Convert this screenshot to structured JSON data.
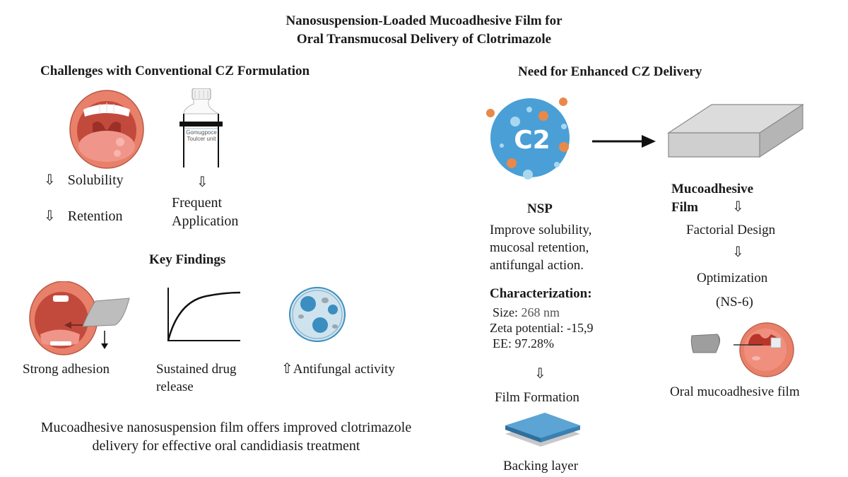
{
  "title": {
    "line1": "Nanosuspension-Loaded Mucoadhesive Film for",
    "line2": "Oral Transmucosal Delivery of Clotrimazole"
  },
  "challenges": {
    "heading": "Challenges with Conventional CZ Formulation",
    "items": [
      {
        "arrow": "⇩",
        "label": "Solubility"
      },
      {
        "arrow": "⇩",
        "label": "Retention"
      }
    ],
    "bottle_label_line1": "Gomugpoce",
    "bottle_label_line2": "Toulcer unit",
    "bottle_arrow": "⇩",
    "bottle_caption_line1": "Frequent",
    "bottle_caption_line2": "Application"
  },
  "key_findings": {
    "heading": "Key Findings",
    "items": [
      {
        "label": "Strong  adhesion"
      },
      {
        "label_line1": "Sustained drug",
        "label_line2": "release"
      },
      {
        "arrow": "⇧",
        "label": "Antifungal activity"
      }
    ]
  },
  "conclusion": {
    "line1": "Mucoadhesive nanosuspension film offers improved clotrimazole",
    "line2": "delivery for effective oral candidiasis treatment"
  },
  "enhanced": {
    "heading": "Need for  Enhanced CZ Delivery",
    "particle_label": "C2",
    "nsp": {
      "heading": "NSP",
      "desc": [
        "Improve solubility,",
        "mucosal retention,",
        "antifungal action."
      ],
      "char_heading": "Characterization:",
      "size_label": "Size: ",
      "size_value": "268 nm",
      "zeta": "Zeta potential: -15,9",
      "ee": "EE: 97.28%",
      "arrow": "⇩",
      "film_formation": "Film Formation",
      "backing_layer": "Backing layer"
    },
    "film": {
      "heading_line1": "Mucoadhesive",
      "heading_line2": "Film",
      "arrow1": "⇩",
      "factorial": "Factorial Design",
      "arrow2": "⇩",
      "optimization": "Optimization",
      "ns": "(NS-6)",
      "oral_film": "Oral mucoadhesive film"
    }
  },
  "colors": {
    "mouth_outer": "#e8806a",
    "mouth_inner": "#c2483a",
    "tongue": "#f0958a",
    "particle_blue": "#4a9fd6",
    "particle_orange": "#e8894a",
    "film_gray": "#c9c9c9",
    "dish_blue": "#3a8ec0"
  }
}
